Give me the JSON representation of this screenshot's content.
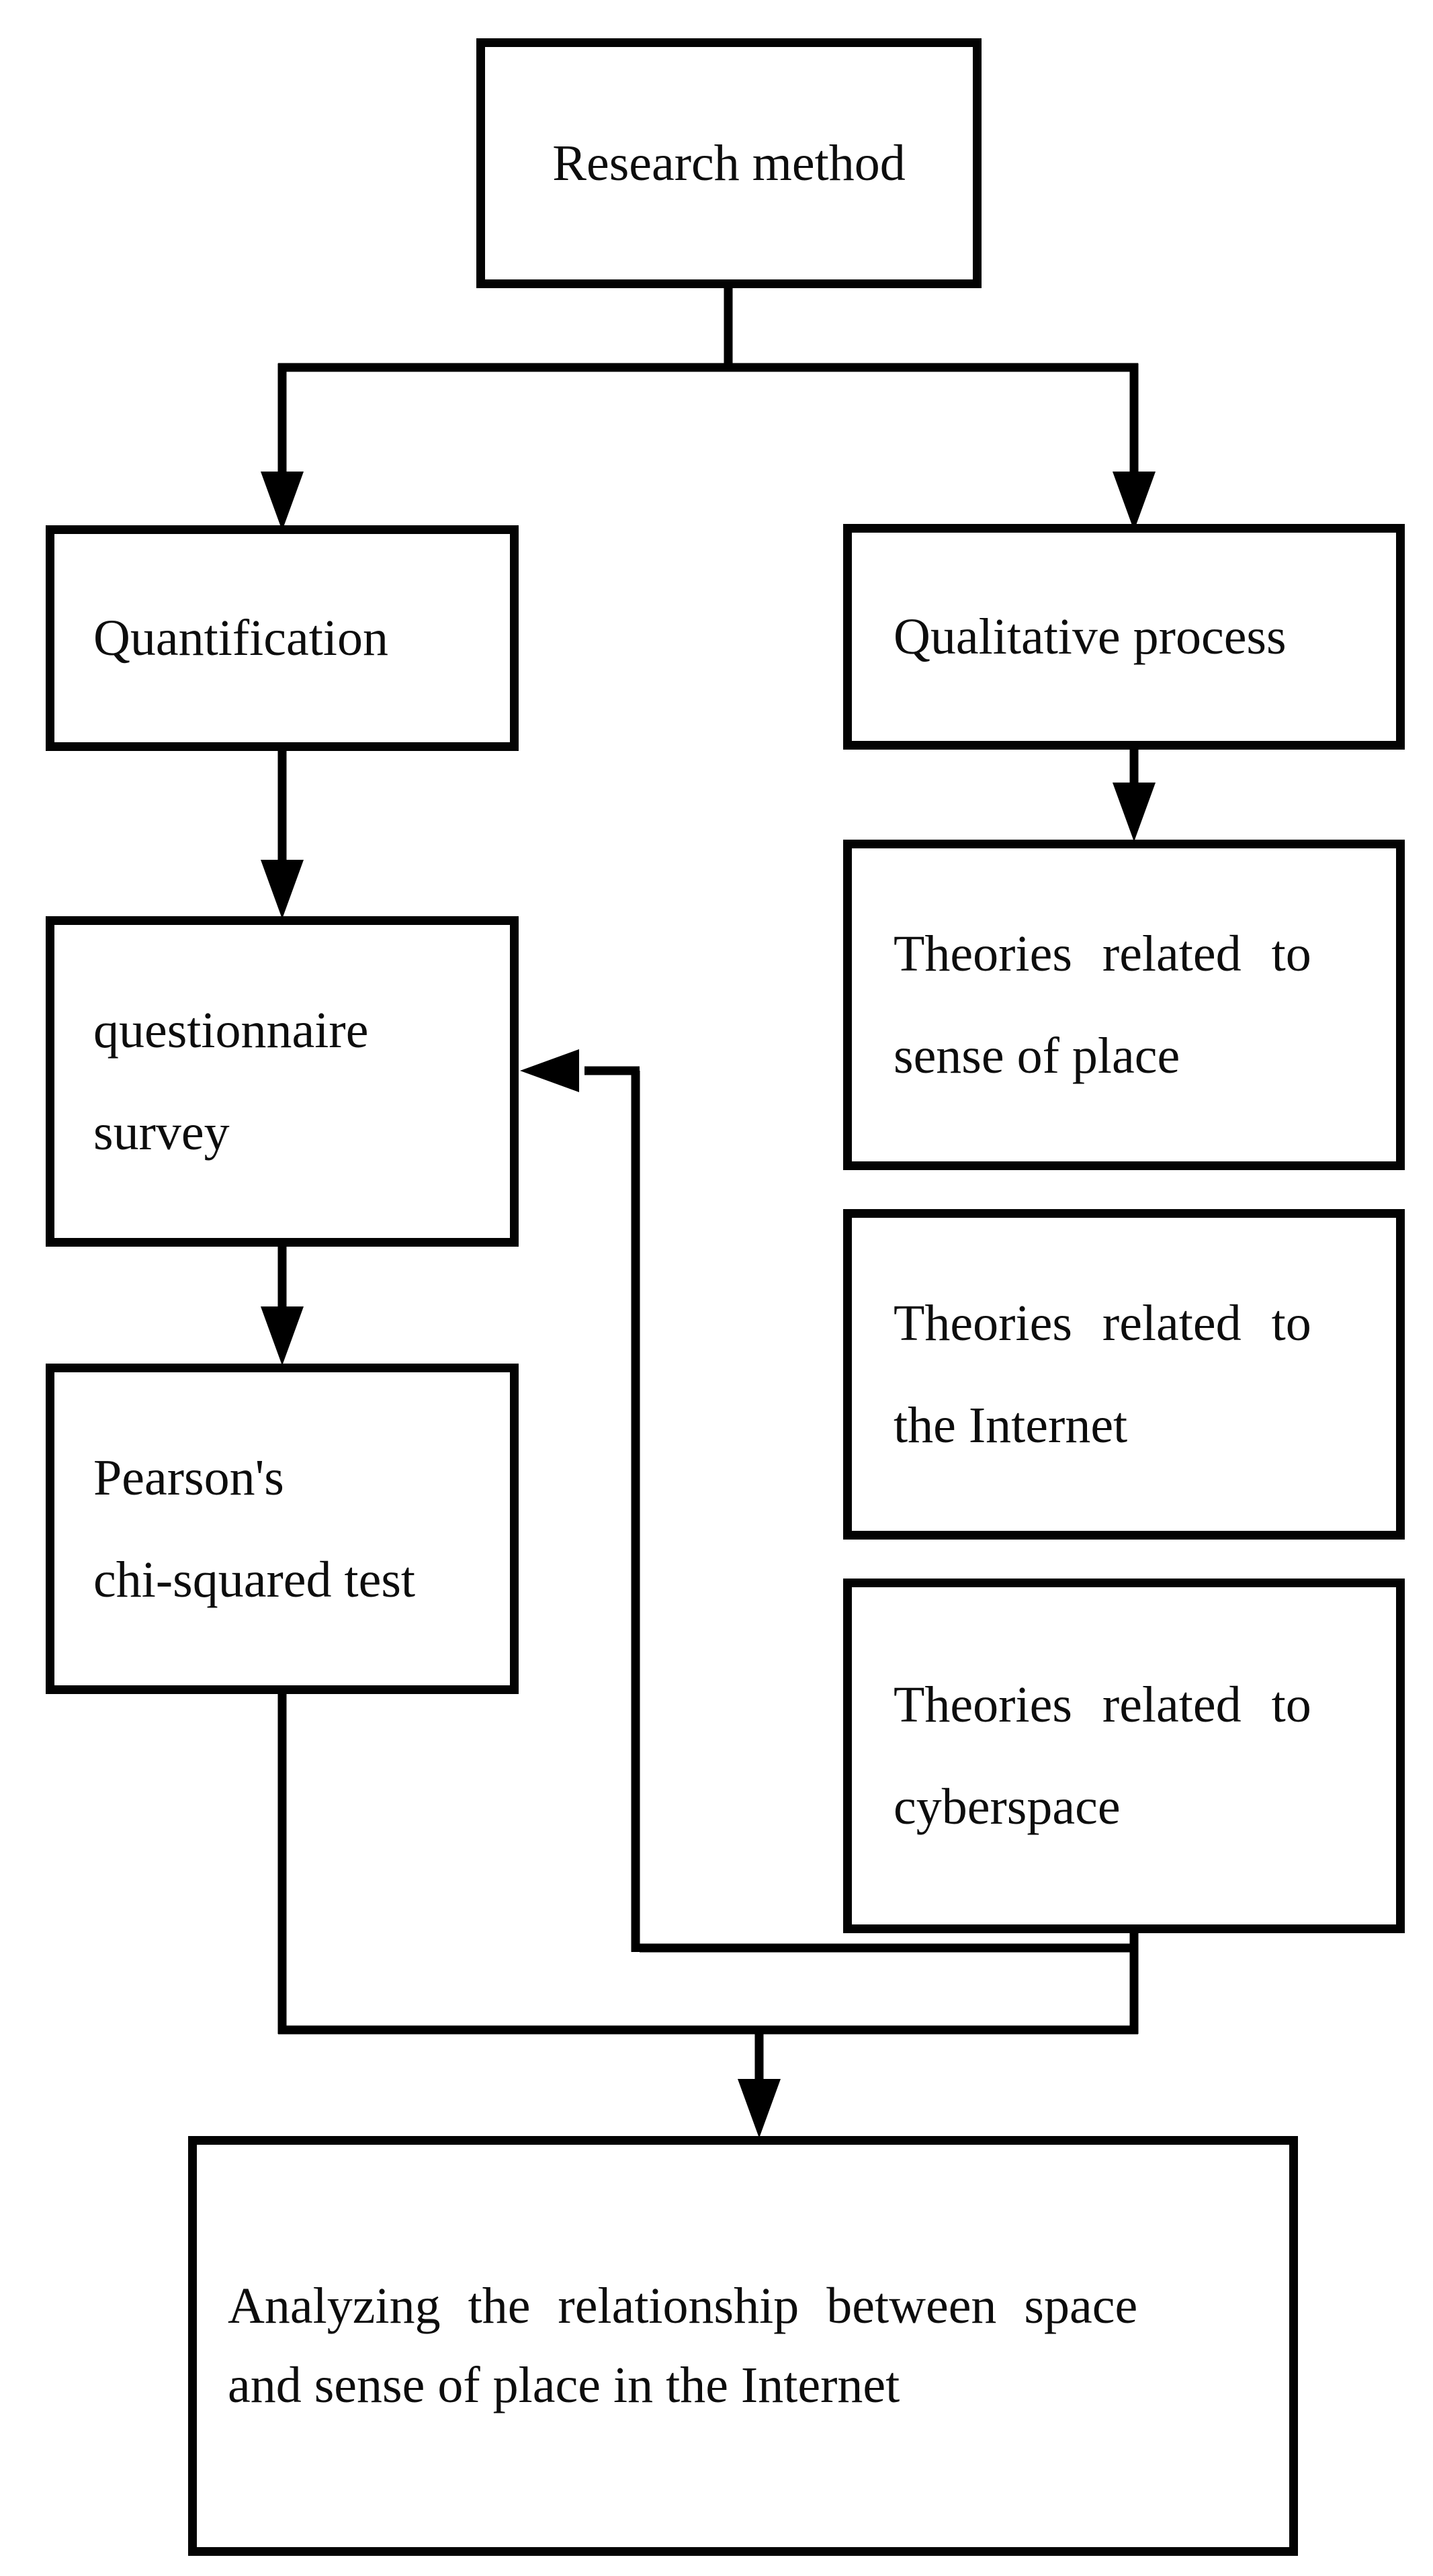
{
  "figure": {
    "type": "flowchart",
    "background": "#ffffff",
    "line_color": "#000000",
    "text_color": "#0d0d0d",
    "nodes": {
      "research_method": {
        "label": "Research method"
      },
      "quantification": {
        "label": "Quantification"
      },
      "qualitative_process": {
        "label": "Qualitative process"
      },
      "questionnaire_survey": {
        "line1": "questionnaire",
        "line2": "survey"
      },
      "pearsons_chi_squared": {
        "line1": "Pearson's",
        "line2": "chi-squared test"
      },
      "theories_sense_of_place": {
        "line1": "Theories related to",
        "line2": "sense of place"
      },
      "theories_internet": {
        "line1": "Theories related to",
        "line2": "the Internet"
      },
      "theories_cyberspace": {
        "line1": "Theories related to",
        "line2": "cyberspace"
      },
      "analyzing_relationship": {
        "line1": "Analyzing the relationship between space",
        "line2": "and sense of place in the Internet"
      }
    },
    "edges": [
      {
        "from": "research_method",
        "to": "quantification",
        "arrow": true
      },
      {
        "from": "research_method",
        "to": "qualitative_process",
        "arrow": true
      },
      {
        "from": "quantification",
        "to": "questionnaire_survey",
        "arrow": true
      },
      {
        "from": "questionnaire_survey",
        "to": "pearsons_chi_squared",
        "arrow": true
      },
      {
        "from": "qualitative_process",
        "to": "theories_sense_of_place",
        "arrow": true
      },
      {
        "from": "theories_cyberspace",
        "to": "questionnaire_survey",
        "arrow": true
      },
      {
        "from": "pearsons_chi_squared",
        "to": "analyzing_relationship",
        "arrow": true
      },
      {
        "from": "theories_cyberspace",
        "to": "analyzing_relationship",
        "arrow": true
      }
    ]
  }
}
